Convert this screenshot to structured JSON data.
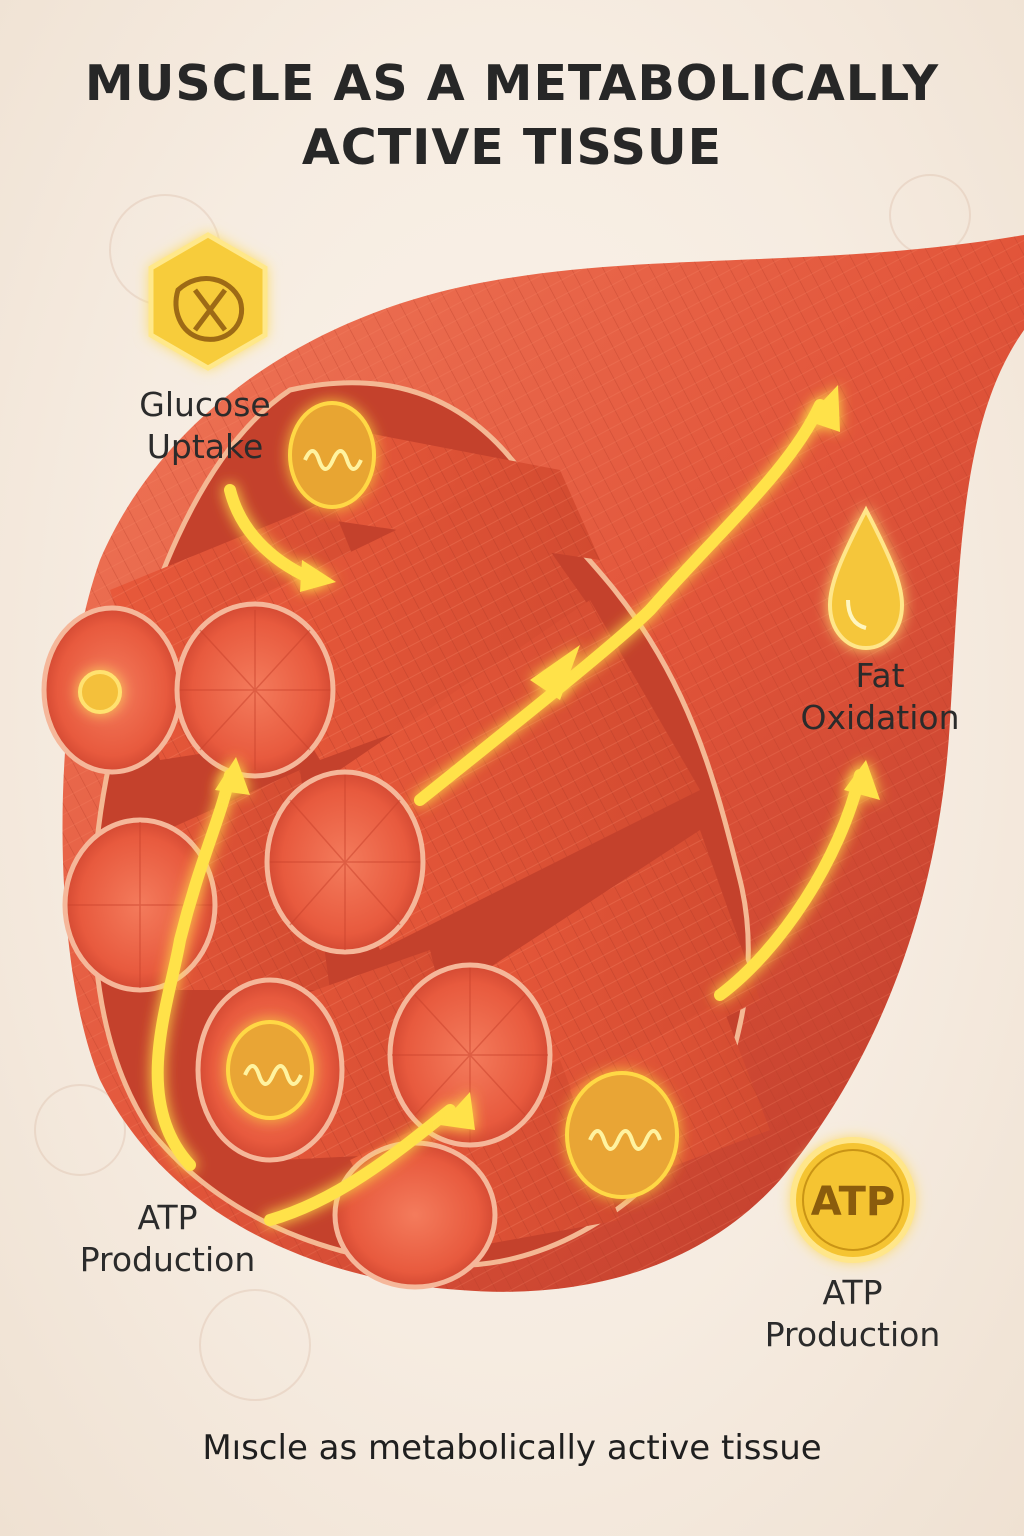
{
  "title": {
    "line1": "MUSCLE AS A METABOLICALLY",
    "line2": "ACTIVE TISSUE"
  },
  "labels": {
    "glucose_uptake": {
      "line1": "Glucose",
      "line2": "Uptake"
    },
    "fat_oxidation": {
      "line1": "Fat",
      "line2": "Oxidation"
    },
    "atp_production_left": {
      "line1": "ATP",
      "line2": "Production"
    },
    "atp_production_right": {
      "line1": "ATP",
      "line2": "Production"
    }
  },
  "atp_badge": "ATP",
  "caption": "Mıscle as metabolically active tissue",
  "icons": {
    "glucose": "hexagon-glucose-icon",
    "fat": "fat-droplet-icon",
    "atp": "atp-badge-icon"
  },
  "colors": {
    "background": "#f6ece1",
    "muscle": "#e9553a",
    "muscle_dark": "#c53a25",
    "glow": "#ffe24a",
    "text": "#272727"
  }
}
